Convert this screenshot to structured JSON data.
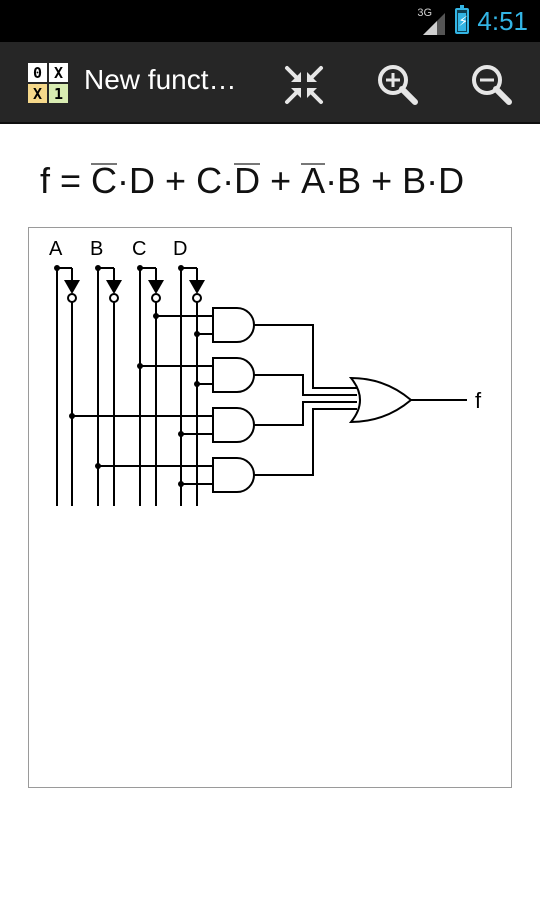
{
  "status_bar": {
    "network": "3G",
    "time": "4:51"
  },
  "action_bar": {
    "app_icon_cells": [
      "0",
      "X",
      "X",
      "1"
    ],
    "title": "New funct…"
  },
  "formula": {
    "lhs": "f =",
    "terms": [
      {
        "parts": [
          {
            "text": "C",
            "negated": true
          },
          {
            "text": "·D",
            "negated": false
          }
        ]
      },
      {
        "parts": [
          {
            "text": "C·",
            "negated": false
          },
          {
            "text": "D",
            "negated": true
          }
        ]
      },
      {
        "parts": [
          {
            "text": "A",
            "negated": true
          },
          {
            "text": "·B",
            "negated": false
          }
        ]
      },
      {
        "parts": [
          {
            "text": "B·D",
            "negated": false
          }
        ]
      }
    ],
    "plus": "+"
  },
  "diagram": {
    "inputs": [
      "A",
      "B",
      "C",
      "D"
    ],
    "output": "f"
  }
}
